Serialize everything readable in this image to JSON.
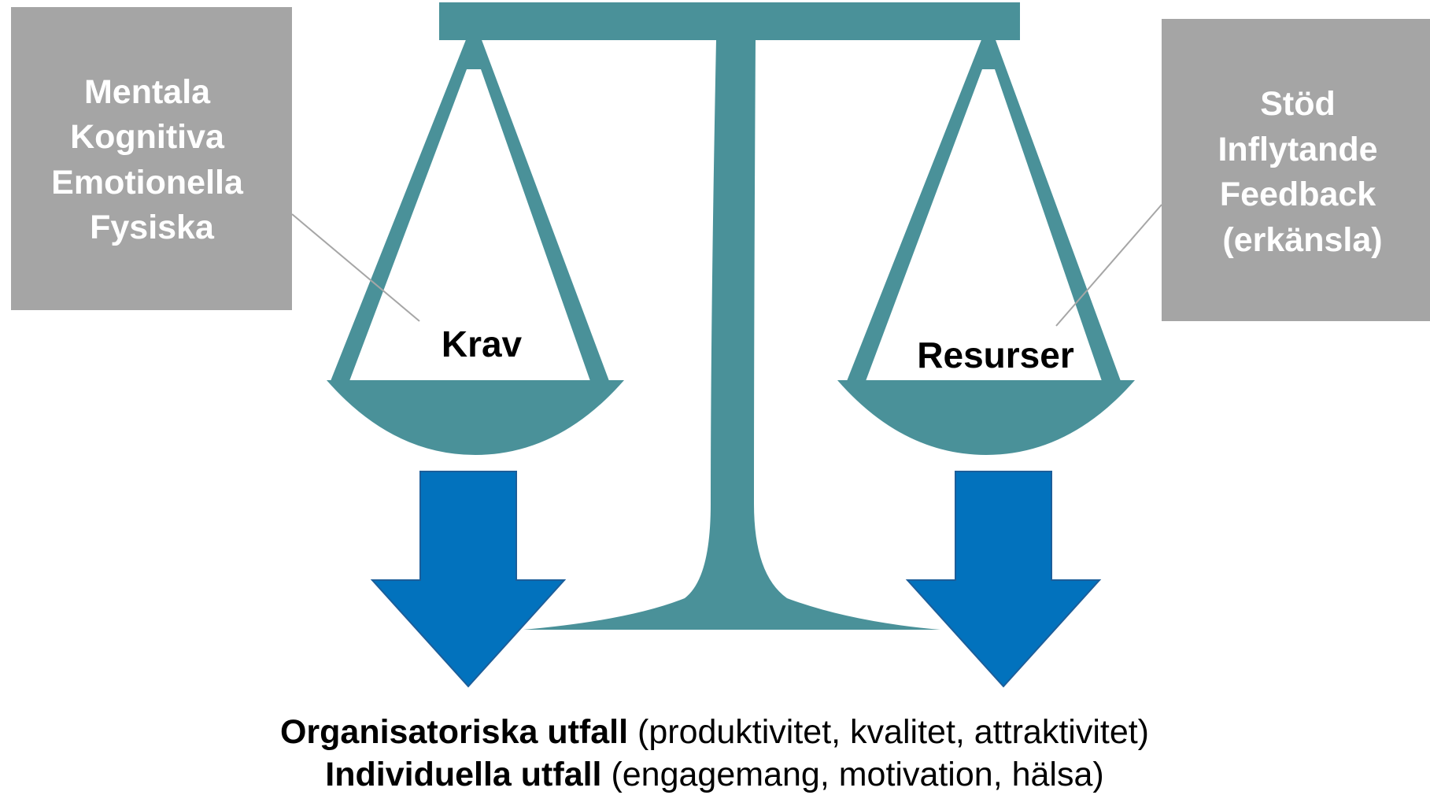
{
  "colors": {
    "scale": "#4a9199",
    "box": "#a5a5a5",
    "box_text": "#ffffff",
    "arrow": "#0272bd",
    "arrow_edge": "#1c5e9a"
  },
  "left_box": {
    "lines": [
      "Mentala",
      "Kognitiva",
      "Emotionella",
      "Fysiska"
    ]
  },
  "right_box": {
    "lines": [
      "Stöd",
      "Inflytande",
      "Feedback",
      "(erkänsla)"
    ]
  },
  "left_pan_label": "Krav",
  "right_pan_label": "Resurser",
  "outcomes": [
    {
      "bold": "Organisatoriska utfall",
      "rest": " (produktivitet, kvalitet, attraktivitet)"
    },
    {
      "bold": "Individuella utfall",
      "rest": " (engagemang, motivation, hälsa)"
    }
  ]
}
